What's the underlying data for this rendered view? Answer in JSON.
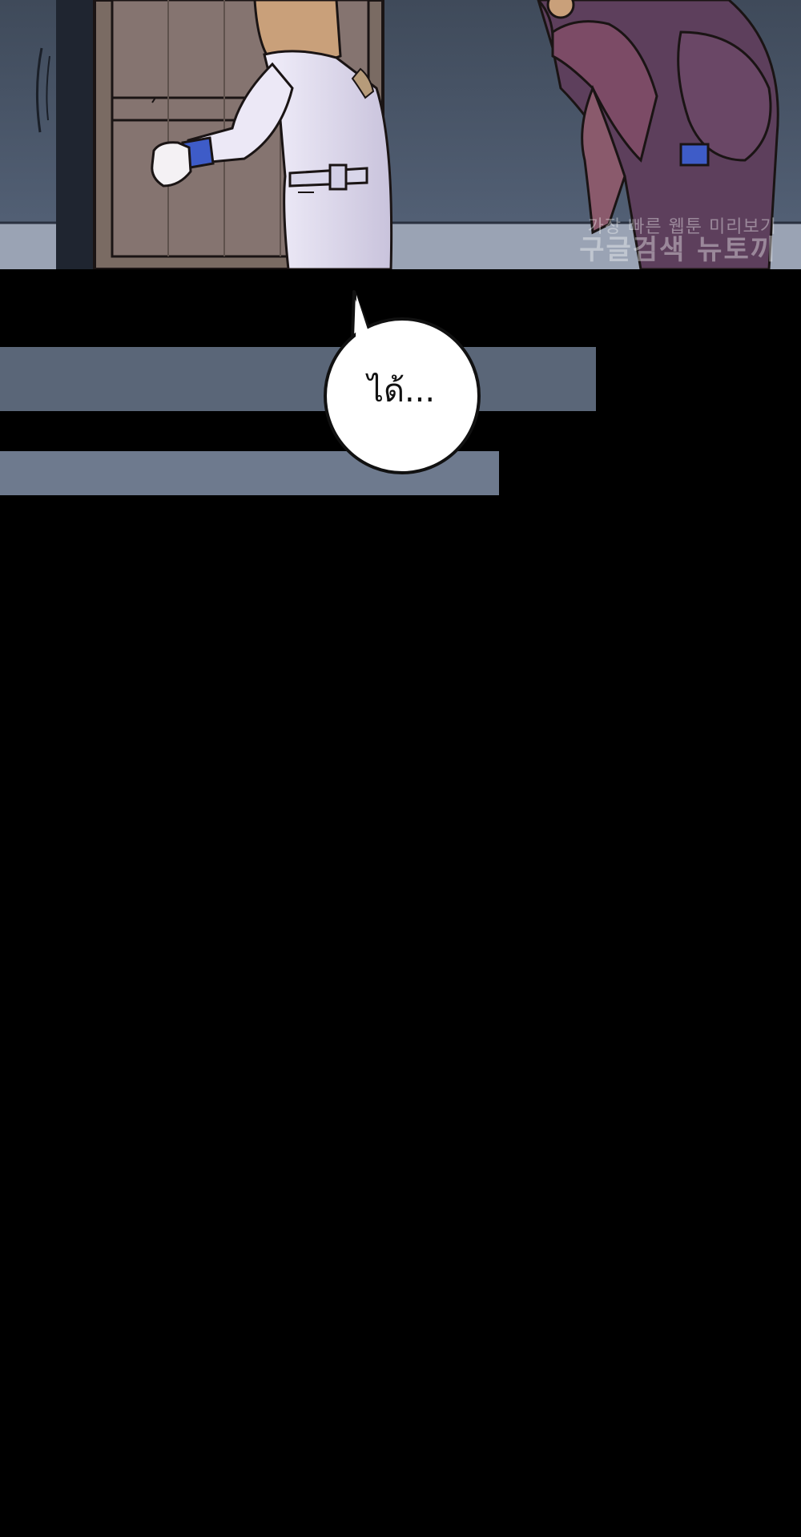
{
  "speech_bubble": {
    "text": "ได้..."
  },
  "watermark": {
    "line1": "가장 빠른 웹툰 미리보기",
    "line2": "구글검색 뉴토끼"
  },
  "colors": {
    "background": "#000000",
    "bar_top": "#5a6678",
    "bar_bottom": "#6e7a8e",
    "bubble_fill": "#ffffff",
    "bubble_outline": "#111111",
    "night_wall": "#4b5868",
    "door_wood": "#7a6b63",
    "coat_white": "#e6e2f0",
    "robe_purple": "#5d3f5c"
  }
}
